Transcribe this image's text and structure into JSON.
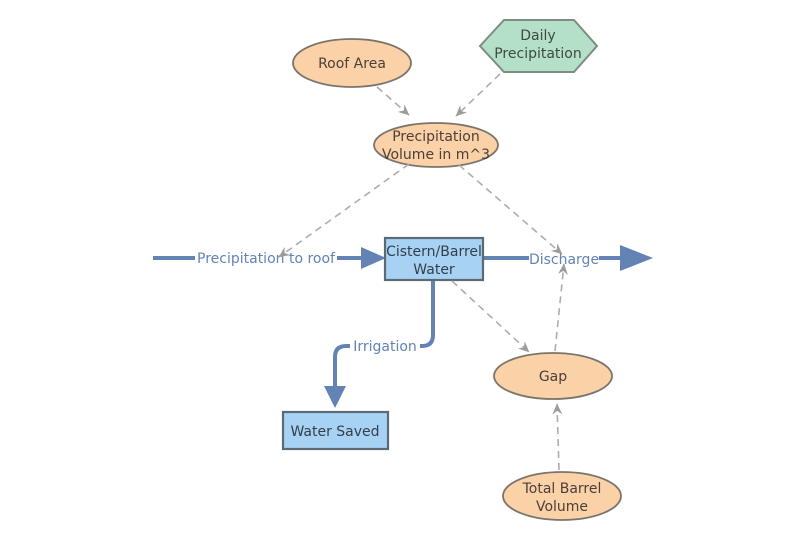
{
  "diagram": {
    "type": "stock-and-flow-diagram",
    "background": "#ffffff",
    "colors": {
      "variable_fill": "#fbd1a8",
      "variable_stroke": "#7b746a",
      "variable_text": "#4a4039",
      "hexagon_fill": "#b4e0c8",
      "hexagon_stroke": "#7e8c83",
      "hexagon_text": "#3e4a42",
      "stock_fill": "#a8d2f3",
      "stock_stroke": "#5c6a76",
      "stock_text": "#333e4a",
      "flow": "#6283b4",
      "connector": "#adadad",
      "connector_arrow": "#9c9c9c"
    },
    "nodes": {
      "roof_area": {
        "type": "variable-ellipse",
        "lines": [
          "Roof Area"
        ]
      },
      "daily_precipitation": {
        "type": "hexagon",
        "lines": [
          "Daily",
          "Precipitation"
        ]
      },
      "precipitation_volume": {
        "type": "variable-ellipse",
        "lines": [
          "Precipitation",
          "Volume in m^3"
        ]
      },
      "cistern_barrel_water": {
        "type": "stock",
        "lines": [
          "Cistern/Barrel",
          "Water"
        ]
      },
      "water_saved": {
        "type": "stock",
        "lines": [
          "Water Saved"
        ]
      },
      "gap": {
        "type": "variable-ellipse",
        "lines": [
          "Gap"
        ]
      },
      "total_barrel_volume": {
        "type": "variable-ellipse",
        "lines": [
          "Total Barrel",
          "Volume"
        ]
      }
    },
    "flows": {
      "precipitation_to_roof": {
        "label": "Precipitation to roof",
        "from": "source",
        "to": "Cistern/Barrel Water"
      },
      "discharge": {
        "label": "Discharge",
        "from": "Cistern/Barrel Water",
        "to": "sink"
      },
      "irrigation": {
        "label": "Irrigation",
        "from": "Cistern/Barrel Water",
        "to": "Water Saved"
      }
    },
    "connectors": [
      {
        "from": "Roof Area",
        "to": "Precipitation Volume in m^3"
      },
      {
        "from": "Daily Precipitation",
        "to": "Precipitation Volume in m^3"
      },
      {
        "from": "Precipitation Volume in m^3",
        "to": "Precipitation to roof"
      },
      {
        "from": "Precipitation Volume in m^3",
        "to": "Discharge"
      },
      {
        "from": "Cistern/Barrel Water",
        "to": "Gap"
      },
      {
        "from": "Gap",
        "to": "Discharge"
      },
      {
        "from": "Total Barrel Volume",
        "to": "Gap"
      }
    ]
  }
}
